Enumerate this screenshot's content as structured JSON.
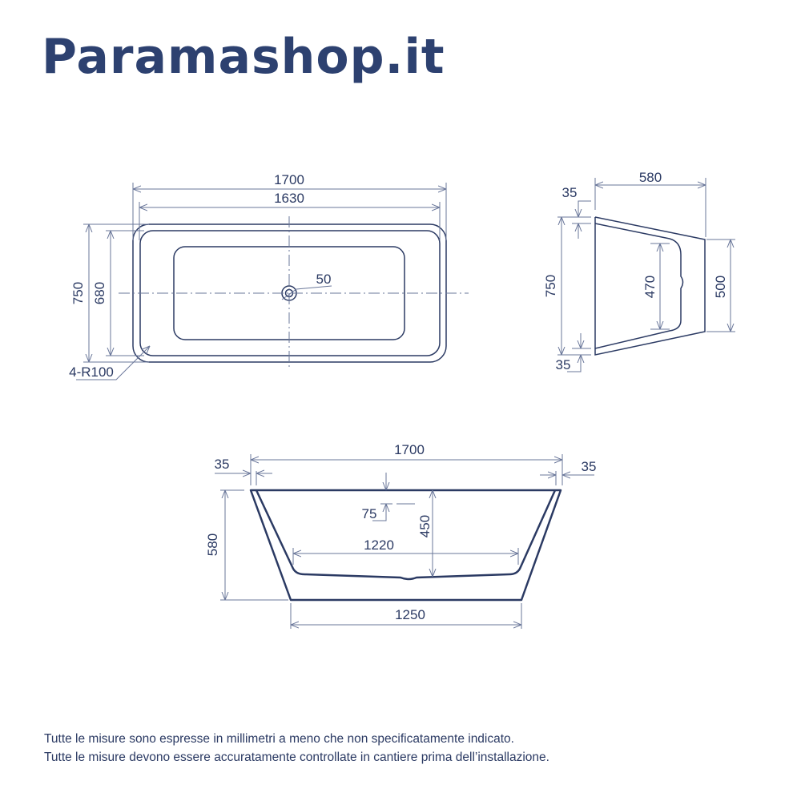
{
  "brand": {
    "logo_text": "Paramashop.it",
    "color": "#2d4170"
  },
  "top_view": {
    "length_outer": "1700",
    "length_inner": "1630",
    "width_outer": "750",
    "width_inner": "680",
    "drain": "50",
    "radius": "4-R100"
  },
  "side_view": {
    "depth": "580",
    "width": "750",
    "rim_top": "35",
    "rim_bottom": "35",
    "inner_height": "470",
    "end_height": "500"
  },
  "front_view": {
    "length": "1700",
    "rim_left": "35",
    "rim_right": "35",
    "height": "580",
    "overflow": "75",
    "inner_depth": "450",
    "inner_length": "1220",
    "base_length": "1250"
  },
  "notes": [
    "Tutte le misure sono espresse in millimetri a meno che non specificatamente indicato.",
    "Tutte le misure devono essere accuratamente controllate in cantiere prima dell’installazione."
  ]
}
